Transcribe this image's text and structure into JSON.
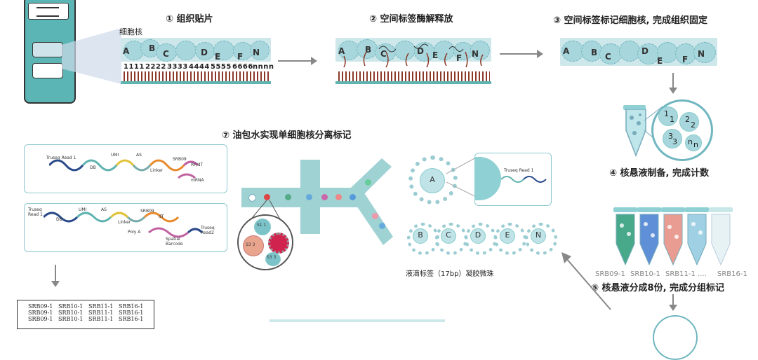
{
  "steps": {
    "s1": "① 组织贴片",
    "s2": "② 空间标签酶解释放",
    "s3": "③ 空间标签标记细胞核, 完成组织固定",
    "s4": "④ 核悬液制备, 完成计数",
    "s5": "⑤ 核悬液分成8份, 完成分组标记",
    "s7": "⑦ 油包水实现单细胞核分离标记"
  },
  "labels": {
    "nucleus": "细胞核",
    "droplet_tag": "液滴标签（17bp）凝胶微珠"
  },
  "tissue_letters": [
    "A",
    "B",
    "C",
    "D",
    "E",
    "F",
    "N"
  ],
  "barcode_numbers": [
    "1111",
    "2222",
    "3333",
    "4444",
    "5555",
    "6666",
    "nnnn"
  ],
  "bead_letters": [
    "A",
    "B",
    "C",
    "D",
    "E",
    "N"
  ],
  "tube_labels": [
    "SRB09-1",
    "SRB10-1",
    "SRB11-1 ....",
    "SRB16-1"
  ],
  "zoom_digits": [
    "1",
    "1",
    "2",
    "2",
    "3",
    "3",
    "n",
    "n"
  ],
  "construct1": {
    "truseq": "Truseq Read 1",
    "db": "DB",
    "umi": "UMI",
    "as": "AS",
    "linker": "Linker",
    "srb": "SRB09",
    "rp": "RP/dT",
    "mrna": "mRNA"
  },
  "construct2": {
    "truseq": "Truseq Read 1",
    "db": "DB",
    "umi": "UMI",
    "as": "AS",
    "linker": "Linker",
    "srb": "SRB09",
    "dt": "dT",
    "polya": "Poly A",
    "spatial": "Spatial Barcode",
    "read2": "Truseq Read2"
  },
  "bead_zoom_text": "Truseq Read 1",
  "droplet_cells": [
    "S1 1",
    "S3 3",
    "S3 3"
  ],
  "table_rows": [
    [
      "SRB09-1",
      "SRB10-1",
      "SRB11-1",
      "SRB16-1"
    ],
    [
      "SRB09-1",
      "SRB10-1",
      "SRB11-1",
      "SRB16-1"
    ],
    [
      "SRB09-1",
      "SRB10-1",
      "SRB11-1",
      "SRB16-1"
    ]
  ],
  "colors": {
    "teal": "#5fb3b0",
    "tissue": "#cde7ea",
    "barcode": "#8b3a2a",
    "arrow": "#888888"
  }
}
